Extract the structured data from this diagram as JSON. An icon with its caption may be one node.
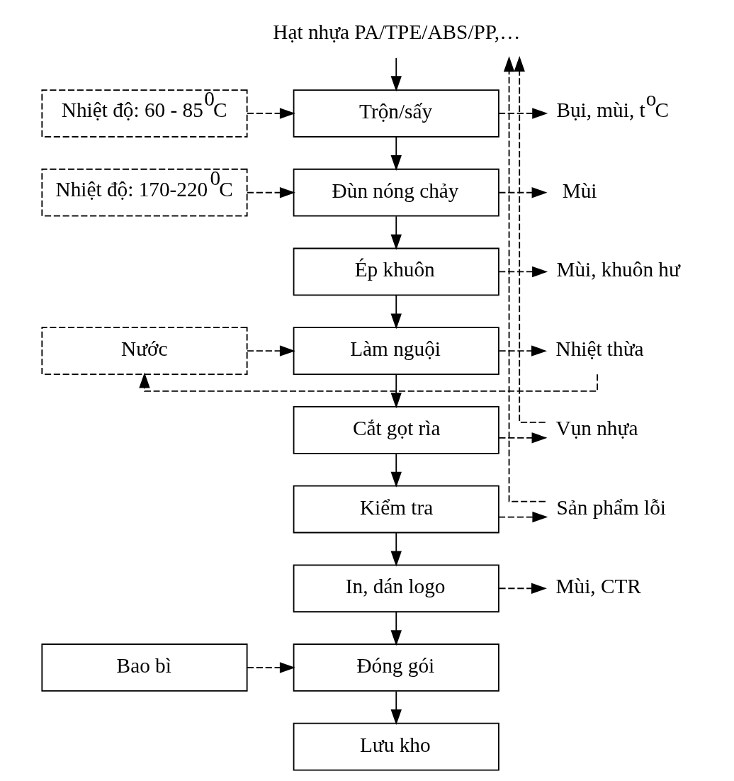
{
  "diagram": {
    "nodes": [
      {
        "text": [
          "Hạt nhựa PA/TPE/ABS/PP,…"
        ]
      },
      {
        "text": [
          "Nhiệt độ: 60 - 85$^{0}$C"
        ]
      },
      {
        "text": [
          "Trộn/sấy"
        ]
      },
      {
        "text": [
          "Bụi, mùi, t$^{o}$C"
        ]
      },
      {
        "text": [
          "Nhiệt độ: 170-220$^{0}$C"
        ]
      },
      {
        "text": [
          "Đùn nóng chảy"
        ]
      },
      {
        "text": [
          "Mùi"
        ]
      },
      {
        "text": [
          "Ép khuôn"
        ]
      },
      {
        "text": [
          "Mùi, khuôn hư"
        ]
      },
      {
        "text": [
          "Nước"
        ]
      },
      {
        "text": [
          "Làm nguội"
        ]
      },
      {
        "text": [
          "Nhiệt thừa"
        ]
      },
      {
        "text": [
          "Cắt gọt rìa"
        ]
      },
      {
        "text": [
          "Vụn nhựa"
        ]
      },
      {
        "text": [
          "Kiểm tra"
        ]
      },
      {
        "text": [
          "Sản phẩm lỗi"
        ]
      },
      {
        "text": [
          "In, dán logo"
        ]
      },
      {
        "text": [
          "Mùi, CTR"
        ]
      },
      {
        "text": [
          "Bao bì"
        ]
      },
      {
        "text": [
          "Đóng gói"
        ]
      },
      {
        "text": [
          "Lưu kho"
        ]
      }
    ],
    "edges": [
      {
        "from": 0,
        "to": 2,
        "arrow": "to"
      },
      {
        "from": 1,
        "to": 2,
        "arrow": "to",
        "style": "dashed"
      },
      {
        "from": 2,
        "to": 3,
        "arrow": "to",
        "style": "dashed"
      },
      {
        "from": 2,
        "to": 5,
        "arrow": "to"
      },
      {
        "from": 4,
        "to": 5,
        "arrow": "to",
        "style": "dashed"
      },
      {
        "from": 5,
        "to": 6,
        "arrow": "to",
        "style": "dashed"
      },
      {
        "from": 5,
        "to": 7,
        "arrow": "to"
      },
      {
        "from": 7,
        "to": 8,
        "arrow": "to",
        "style": "dashed"
      },
      {
        "from": 7,
        "to": 10,
        "arrow": "to"
      },
      {
        "from": 9,
        "to": 10,
        "arrow": "to",
        "style": "dashed"
      },
      {
        "from": 10,
        "to": 11,
        "arrow": "to",
        "style": "dashed"
      },
      {
        "from": 11,
        "to": 9,
        "arrow": "to",
        "style": "dashed"
      },
      {
        "from": 10,
        "to": 12,
        "arrow": "to"
      },
      {
        "from": 12,
        "to": 13,
        "arrow": "to",
        "style": "dashed"
      },
      {
        "from": 13,
        "to": 0,
        "arrow": "to",
        "style": "dashed"
      },
      {
        "from": 12,
        "to": 14,
        "arrow": "to"
      },
      {
        "from": 14,
        "to": 15,
        "arrow": "to",
        "style": "dashed"
      },
      {
        "from": 15,
        "to": 0,
        "arrow": "to",
        "style": "dashed"
      },
      {
        "from": 14,
        "to": 16,
        "arrow": "to"
      },
      {
        "from": 16,
        "to": 17,
        "arrow": "to",
        "style": "dashed"
      },
      {
        "from": 16,
        "to": 19,
        "arrow": "to"
      },
      {
        "from": 18,
        "to": 19,
        "arrow": "to",
        "style": "dashed"
      },
      {
        "from": 19,
        "to": 20,
        "arrow": "to"
      }
    ]
  }
}
